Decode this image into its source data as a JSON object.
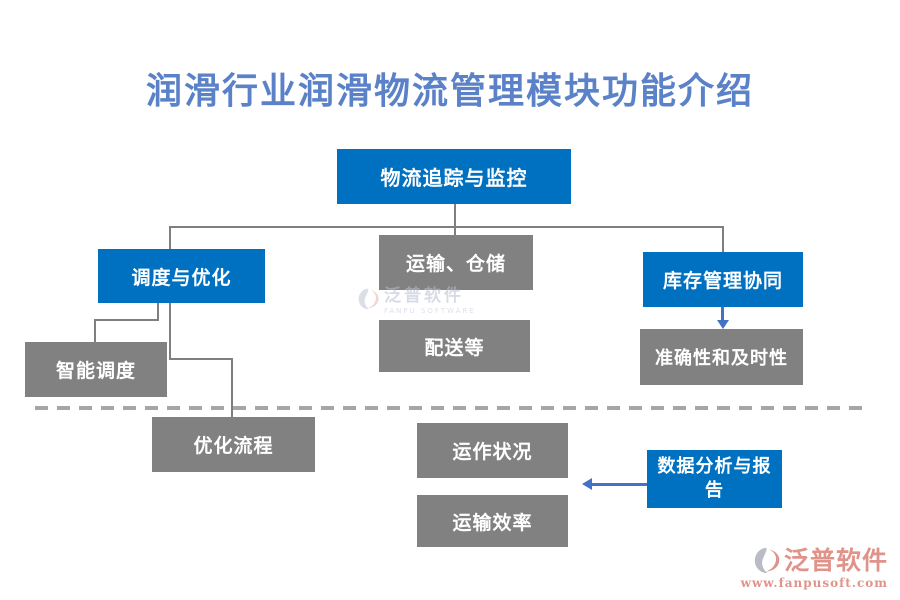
{
  "title": "润滑行业润滑物流管理模块功能介绍",
  "colors": {
    "blue": "#0070c0",
    "gray": "#818181",
    "title_blue": "#5b82c8",
    "arrow_blue": "#4472c4",
    "line_gray": "#7f7f7f",
    "dash_gray": "#a6a6a6",
    "watermark_pink": "#e0938a"
  },
  "nodes": {
    "tracking": "物流追踪与监控",
    "scheduling": "调度与优化",
    "transport": "运输、仓储",
    "inventory": "库存管理协同",
    "delivery": "配送等",
    "smart_dispatch": "智能调度",
    "optimize": "优化流程",
    "accuracy": "准确性和及时性",
    "operation": "运作状况",
    "efficiency": "运输效率",
    "analysis": "数据分析与报告"
  },
  "watermark_center": {
    "name": "泛普软件",
    "sub": "FANPU SOFTWARE"
  },
  "watermark_corner": {
    "name": "泛普软件",
    "url": "www.fanpusoft.com"
  }
}
